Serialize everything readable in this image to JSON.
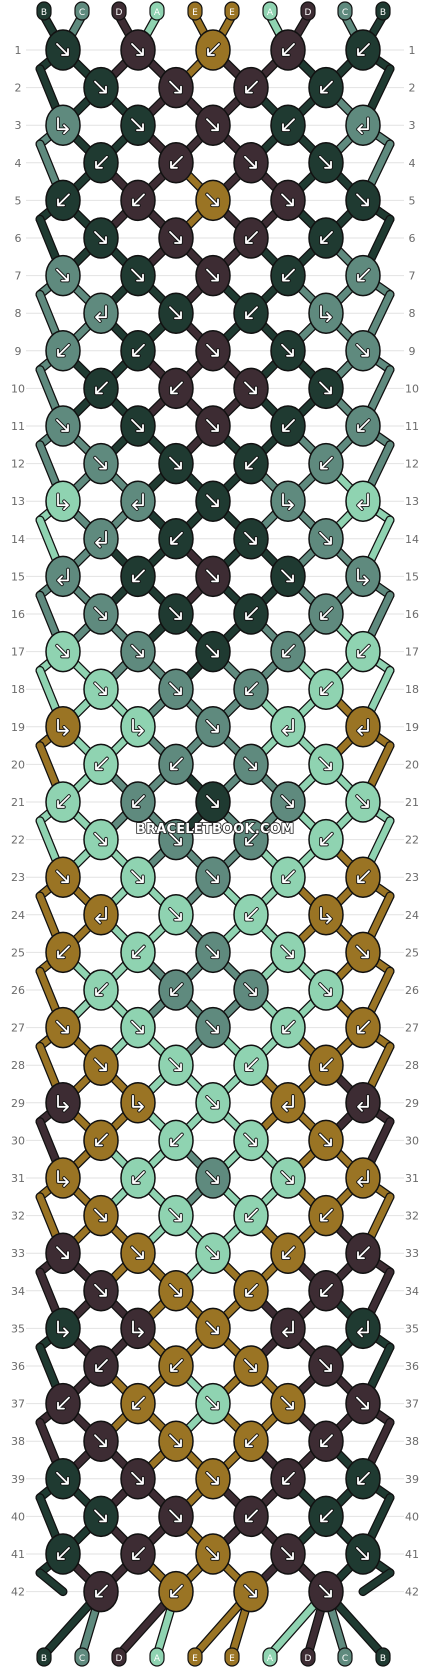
{
  "watermark": "BRACELETBOOK.COM",
  "colors": {
    "B": "#1f3a31",
    "C": "#5f8a7e",
    "D": "#3d2c33",
    "A": "#8fd3b1",
    "E": "#9a7424"
  },
  "strings": {
    "top": [
      "B",
      "C",
      "D",
      "A",
      "E",
      "E",
      "A",
      "D",
      "C",
      "B"
    ],
    "bottom": [
      "B",
      "C",
      "D",
      "A",
      "E",
      "E",
      "A",
      "D",
      "C",
      "B"
    ]
  },
  "row_count": 42,
  "row_labels": [
    "1",
    "2",
    "3",
    "4",
    "5",
    "6",
    "7",
    "8",
    "9",
    "10",
    "11",
    "12",
    "13",
    "14",
    "15",
    "16",
    "17",
    "18",
    "19",
    "20",
    "21",
    "22",
    "23",
    "24",
    "25",
    "26",
    "27",
    "28",
    "29",
    "30",
    "31",
    "32",
    "33",
    "34",
    "35",
    "36",
    "37",
    "38",
    "39",
    "40",
    "41",
    "42"
  ],
  "knots": [
    {
      "row": 1,
      "pos": 0,
      "color": "B",
      "dir": "se"
    },
    {
      "row": 1,
      "pos": 1,
      "color": "D",
      "dir": "se"
    },
    {
      "row": 1,
      "pos": 2,
      "color": "E",
      "dir": "sw"
    },
    {
      "row": 1,
      "pos": 3,
      "color": "D",
      "dir": "sw"
    },
    {
      "row": 1,
      "pos": 4,
      "color": "B",
      "dir": "sw"
    },
    {
      "row": 2,
      "pos": 0,
      "color": "B",
      "dir": "se"
    },
    {
      "row": 2,
      "pos": 1,
      "color": "D",
      "dir": "se"
    },
    {
      "row": 2,
      "pos": 2,
      "color": "D",
      "dir": "sw"
    },
    {
      "row": 2,
      "pos": 3,
      "color": "B",
      "dir": "sw"
    },
    {
      "row": 3,
      "pos": 0,
      "color": "C",
      "dir": "r"
    },
    {
      "row": 3,
      "pos": 1,
      "color": "B",
      "dir": "se"
    },
    {
      "row": 3,
      "pos": 2,
      "color": "D",
      "dir": "se"
    },
    {
      "row": 3,
      "pos": 3,
      "color": "B",
      "dir": "sw"
    },
    {
      "row": 3,
      "pos": 4,
      "color": "C",
      "dir": "l"
    },
    {
      "row": 4,
      "pos": 0,
      "color": "B",
      "dir": "sw"
    },
    {
      "row": 4,
      "pos": 1,
      "color": "D",
      "dir": "sw"
    },
    {
      "row": 4,
      "pos": 2,
      "color": "D",
      "dir": "se"
    },
    {
      "row": 4,
      "pos": 3,
      "color": "B",
      "dir": "se"
    },
    {
      "row": 5,
      "pos": 0,
      "color": "B",
      "dir": "sw"
    },
    {
      "row": 5,
      "pos": 1,
      "color": "D",
      "dir": "sw"
    },
    {
      "row": 5,
      "pos": 2,
      "color": "E",
      "dir": "se"
    },
    {
      "row": 5,
      "pos": 3,
      "color": "D",
      "dir": "se"
    },
    {
      "row": 5,
      "pos": 4,
      "color": "B",
      "dir": "se"
    },
    {
      "row": 6,
      "pos": 0,
      "color": "B",
      "dir": "se"
    },
    {
      "row": 6,
      "pos": 1,
      "color": "D",
      "dir": "se"
    },
    {
      "row": 6,
      "pos": 2,
      "color": "D",
      "dir": "sw"
    },
    {
      "row": 6,
      "pos": 3,
      "color": "B",
      "dir": "sw"
    },
    {
      "row": 7,
      "pos": 0,
      "color": "C",
      "dir": "se"
    },
    {
      "row": 7,
      "pos": 1,
      "color": "B",
      "dir": "se"
    },
    {
      "row": 7,
      "pos": 2,
      "color": "D",
      "dir": "se"
    },
    {
      "row": 7,
      "pos": 3,
      "color": "B",
      "dir": "sw"
    },
    {
      "row": 7,
      "pos": 4,
      "color": "C",
      "dir": "sw"
    },
    {
      "row": 8,
      "pos": 0,
      "color": "C",
      "dir": "l"
    },
    {
      "row": 8,
      "pos": 1,
      "color": "B",
      "dir": "se"
    },
    {
      "row": 8,
      "pos": 2,
      "color": "B",
      "dir": "sw"
    },
    {
      "row": 8,
      "pos": 3,
      "color": "C",
      "dir": "r"
    },
    {
      "row": 9,
      "pos": 0,
      "color": "C",
      "dir": "sw"
    },
    {
      "row": 9,
      "pos": 1,
      "color": "B",
      "dir": "sw"
    },
    {
      "row": 9,
      "pos": 2,
      "color": "D",
      "dir": "se"
    },
    {
      "row": 9,
      "pos": 3,
      "color": "B",
      "dir": "se"
    },
    {
      "row": 9,
      "pos": 4,
      "color": "C",
      "dir": "se"
    },
    {
      "row": 10,
      "pos": 0,
      "color": "B",
      "dir": "sw"
    },
    {
      "row": 10,
      "pos": 1,
      "color": "D",
      "dir": "sw"
    },
    {
      "row": 10,
      "pos": 2,
      "color": "D",
      "dir": "se"
    },
    {
      "row": 10,
      "pos": 3,
      "color": "B",
      "dir": "se"
    },
    {
      "row": 11,
      "pos": 0,
      "color": "C",
      "dir": "se"
    },
    {
      "row": 11,
      "pos": 1,
      "color": "B",
      "dir": "se"
    },
    {
      "row": 11,
      "pos": 2,
      "color": "D",
      "dir": "se"
    },
    {
      "row": 11,
      "pos": 3,
      "color": "B",
      "dir": "sw"
    },
    {
      "row": 11,
      "pos": 4,
      "color": "C",
      "dir": "sw"
    },
    {
      "row": 12,
      "pos": 0,
      "color": "C",
      "dir": "se"
    },
    {
      "row": 12,
      "pos": 1,
      "color": "B",
      "dir": "se"
    },
    {
      "row": 12,
      "pos": 2,
      "color": "B",
      "dir": "sw"
    },
    {
      "row": 12,
      "pos": 3,
      "color": "C",
      "dir": "sw"
    },
    {
      "row": 13,
      "pos": 0,
      "color": "A",
      "dir": "r"
    },
    {
      "row": 13,
      "pos": 1,
      "color": "C",
      "dir": "l"
    },
    {
      "row": 13,
      "pos": 2,
      "color": "B",
      "dir": "se"
    },
    {
      "row": 13,
      "pos": 3,
      "color": "C",
      "dir": "r"
    },
    {
      "row": 13,
      "pos": 4,
      "color": "A",
      "dir": "l"
    },
    {
      "row": 14,
      "pos": 0,
      "color": "C",
      "dir": "l"
    },
    {
      "row": 14,
      "pos": 1,
      "color": "B",
      "dir": "sw"
    },
    {
      "row": 14,
      "pos": 2,
      "color": "B",
      "dir": "se"
    },
    {
      "row": 14,
      "pos": 3,
      "color": "C",
      "dir": "se"
    },
    {
      "row": 15,
      "pos": 0,
      "color": "C",
      "dir": "l"
    },
    {
      "row": 15,
      "pos": 1,
      "color": "B",
      "dir": "sw"
    },
    {
      "row": 15,
      "pos": 2,
      "color": "D",
      "dir": "se"
    },
    {
      "row": 15,
      "pos": 3,
      "color": "B",
      "dir": "se"
    },
    {
      "row": 15,
      "pos": 4,
      "color": "C",
      "dir": "r"
    },
    {
      "row": 16,
      "pos": 0,
      "color": "C",
      "dir": "se"
    },
    {
      "row": 16,
      "pos": 1,
      "color": "B",
      "dir": "se"
    },
    {
      "row": 16,
      "pos": 2,
      "color": "B",
      "dir": "sw"
    },
    {
      "row": 16,
      "pos": 3,
      "color": "C",
      "dir": "sw"
    },
    {
      "row": 17,
      "pos": 0,
      "color": "A",
      "dir": "se"
    },
    {
      "row": 17,
      "pos": 1,
      "color": "C",
      "dir": "se"
    },
    {
      "row": 17,
      "pos": 2,
      "color": "B",
      "dir": "se"
    },
    {
      "row": 17,
      "pos": 3,
      "color": "C",
      "dir": "sw"
    },
    {
      "row": 17,
      "pos": 4,
      "color": "A",
      "dir": "sw"
    },
    {
      "row": 18,
      "pos": 0,
      "color": "A",
      "dir": "se"
    },
    {
      "row": 18,
      "pos": 1,
      "color": "C",
      "dir": "se"
    },
    {
      "row": 18,
      "pos": 2,
      "color": "C",
      "dir": "sw"
    },
    {
      "row": 18,
      "pos": 3,
      "color": "A",
      "dir": "sw"
    },
    {
      "row": 19,
      "pos": 0,
      "color": "E",
      "dir": "r"
    },
    {
      "row": 19,
      "pos": 1,
      "color": "A",
      "dir": "r"
    },
    {
      "row": 19,
      "pos": 2,
      "color": "C",
      "dir": "se"
    },
    {
      "row": 19,
      "pos": 3,
      "color": "A",
      "dir": "l"
    },
    {
      "row": 19,
      "pos": 4,
      "color": "E",
      "dir": "l"
    },
    {
      "row": 20,
      "pos": 0,
      "color": "A",
      "dir": "sw"
    },
    {
      "row": 20,
      "pos": 1,
      "color": "C",
      "dir": "sw"
    },
    {
      "row": 20,
      "pos": 2,
      "color": "C",
      "dir": "se"
    },
    {
      "row": 20,
      "pos": 3,
      "color": "A",
      "dir": "se"
    },
    {
      "row": 21,
      "pos": 0,
      "color": "A",
      "dir": "sw"
    },
    {
      "row": 21,
      "pos": 1,
      "color": "C",
      "dir": "sw"
    },
    {
      "row": 21,
      "pos": 2,
      "color": "B",
      "dir": "se"
    },
    {
      "row": 21,
      "pos": 3,
      "color": "C",
      "dir": "se"
    },
    {
      "row": 21,
      "pos": 4,
      "color": "A",
      "dir": "se"
    },
    {
      "row": 22,
      "pos": 0,
      "color": "A",
      "dir": "se"
    },
    {
      "row": 22,
      "pos": 1,
      "color": "C",
      "dir": "se"
    },
    {
      "row": 22,
      "pos": 2,
      "color": "C",
      "dir": "sw"
    },
    {
      "row": 22,
      "pos": 3,
      "color": "A",
      "dir": "sw"
    },
    {
      "row": 23,
      "pos": 0,
      "color": "E",
      "dir": "se"
    },
    {
      "row": 23,
      "pos": 1,
      "color": "A",
      "dir": "se"
    },
    {
      "row": 23,
      "pos": 2,
      "color": "C",
      "dir": "se"
    },
    {
      "row": 23,
      "pos": 3,
      "color": "A",
      "dir": "sw"
    },
    {
      "row": 23,
      "pos": 4,
      "color": "E",
      "dir": "sw"
    },
    {
      "row": 24,
      "pos": 0,
      "color": "E",
      "dir": "l"
    },
    {
      "row": 24,
      "pos": 1,
      "color": "A",
      "dir": "se"
    },
    {
      "row": 24,
      "pos": 2,
      "color": "A",
      "dir": "sw"
    },
    {
      "row": 24,
      "pos": 3,
      "color": "E",
      "dir": "r"
    },
    {
      "row": 25,
      "pos": 0,
      "color": "E",
      "dir": "sw"
    },
    {
      "row": 25,
      "pos": 1,
      "color": "A",
      "dir": "sw"
    },
    {
      "row": 25,
      "pos": 2,
      "color": "C",
      "dir": "se"
    },
    {
      "row": 25,
      "pos": 3,
      "color": "A",
      "dir": "se"
    },
    {
      "row": 25,
      "pos": 4,
      "color": "E",
      "dir": "se"
    },
    {
      "row": 26,
      "pos": 0,
      "color": "A",
      "dir": "sw"
    },
    {
      "row": 26,
      "pos": 1,
      "color": "C",
      "dir": "sw"
    },
    {
      "row": 26,
      "pos": 2,
      "color": "C",
      "dir": "se"
    },
    {
      "row": 26,
      "pos": 3,
      "color": "A",
      "dir": "se"
    },
    {
      "row": 27,
      "pos": 0,
      "color": "E",
      "dir": "se"
    },
    {
      "row": 27,
      "pos": 1,
      "color": "A",
      "dir": "se"
    },
    {
      "row": 27,
      "pos": 2,
      "color": "C",
      "dir": "se"
    },
    {
      "row": 27,
      "pos": 3,
      "color": "A",
      "dir": "sw"
    },
    {
      "row": 27,
      "pos": 4,
      "color": "E",
      "dir": "sw"
    },
    {
      "row": 28,
      "pos": 0,
      "color": "E",
      "dir": "se"
    },
    {
      "row": 28,
      "pos": 1,
      "color": "A",
      "dir": "se"
    },
    {
      "row": 28,
      "pos": 2,
      "color": "A",
      "dir": "sw"
    },
    {
      "row": 28,
      "pos": 3,
      "color": "E",
      "dir": "sw"
    },
    {
      "row": 29,
      "pos": 0,
      "color": "D",
      "dir": "r"
    },
    {
      "row": 29,
      "pos": 1,
      "color": "E",
      "dir": "r"
    },
    {
      "row": 29,
      "pos": 2,
      "color": "A",
      "dir": "se"
    },
    {
      "row": 29,
      "pos": 3,
      "color": "E",
      "dir": "l"
    },
    {
      "row": 29,
      "pos": 4,
      "color": "D",
      "dir": "l"
    },
    {
      "row": 30,
      "pos": 0,
      "color": "E",
      "dir": "sw"
    },
    {
      "row": 30,
      "pos": 1,
      "color": "A",
      "dir": "sw"
    },
    {
      "row": 30,
      "pos": 2,
      "color": "A",
      "dir": "se"
    },
    {
      "row": 30,
      "pos": 3,
      "color": "E",
      "dir": "se"
    },
    {
      "row": 31,
      "pos": 0,
      "color": "E",
      "dir": "r"
    },
    {
      "row": 31,
      "pos": 1,
      "color": "A",
      "dir": "sw"
    },
    {
      "row": 31,
      "pos": 2,
      "color": "C",
      "dir": "se"
    },
    {
      "row": 31,
      "pos": 3,
      "color": "A",
      "dir": "se"
    },
    {
      "row": 31,
      "pos": 4,
      "color": "E",
      "dir": "l"
    },
    {
      "row": 32,
      "pos": 0,
      "color": "E",
      "dir": "se"
    },
    {
      "row": 32,
      "pos": 1,
      "color": "A",
      "dir": "se"
    },
    {
      "row": 32,
      "pos": 2,
      "color": "A",
      "dir": "sw"
    },
    {
      "row": 32,
      "pos": 3,
      "color": "E",
      "dir": "sw"
    },
    {
      "row": 33,
      "pos": 0,
      "color": "D",
      "dir": "se"
    },
    {
      "row": 33,
      "pos": 1,
      "color": "E",
      "dir": "se"
    },
    {
      "row": 33,
      "pos": 2,
      "color": "A",
      "dir": "se"
    },
    {
      "row": 33,
      "pos": 3,
      "color": "E",
      "dir": "sw"
    },
    {
      "row": 33,
      "pos": 4,
      "color": "D",
      "dir": "sw"
    },
    {
      "row": 34,
      "pos": 0,
      "color": "D",
      "dir": "se"
    },
    {
      "row": 34,
      "pos": 1,
      "color": "E",
      "dir": "se"
    },
    {
      "row": 34,
      "pos": 2,
      "color": "E",
      "dir": "sw"
    },
    {
      "row": 34,
      "pos": 3,
      "color": "D",
      "dir": "sw"
    },
    {
      "row": 35,
      "pos": 0,
      "color": "B",
      "dir": "r"
    },
    {
      "row": 35,
      "pos": 1,
      "color": "D",
      "dir": "r"
    },
    {
      "row": 35,
      "pos": 2,
      "color": "E",
      "dir": "se"
    },
    {
      "row": 35,
      "pos": 3,
      "color": "D",
      "dir": "l"
    },
    {
      "row": 35,
      "pos": 4,
      "color": "B",
      "dir": "l"
    },
    {
      "row": 36,
      "pos": 0,
      "color": "D",
      "dir": "sw"
    },
    {
      "row": 36,
      "pos": 1,
      "color": "E",
      "dir": "sw"
    },
    {
      "row": 36,
      "pos": 2,
      "color": "E",
      "dir": "se"
    },
    {
      "row": 36,
      "pos": 3,
      "color": "D",
      "dir": "se"
    },
    {
      "row": 37,
      "pos": 0,
      "color": "D",
      "dir": "sw"
    },
    {
      "row": 37,
      "pos": 1,
      "color": "E",
      "dir": "sw"
    },
    {
      "row": 37,
      "pos": 2,
      "color": "A",
      "dir": "se"
    },
    {
      "row": 37,
      "pos": 3,
      "color": "E",
      "dir": "se"
    },
    {
      "row": 37,
      "pos": 4,
      "color": "D",
      "dir": "se"
    },
    {
      "row": 38,
      "pos": 0,
      "color": "D",
      "dir": "se"
    },
    {
      "row": 38,
      "pos": 1,
      "color": "E",
      "dir": "se"
    },
    {
      "row": 38,
      "pos": 2,
      "color": "E",
      "dir": "sw"
    },
    {
      "row": 38,
      "pos": 3,
      "color": "D",
      "dir": "sw"
    },
    {
      "row": 39,
      "pos": 0,
      "color": "B",
      "dir": "se"
    },
    {
      "row": 39,
      "pos": 1,
      "color": "D",
      "dir": "se"
    },
    {
      "row": 39,
      "pos": 2,
      "color": "E",
      "dir": "se"
    },
    {
      "row": 39,
      "pos": 3,
      "color": "D",
      "dir": "sw"
    },
    {
      "row": 39,
      "pos": 4,
      "color": "B",
      "dir": "sw"
    },
    {
      "row": 40,
      "pos": 0,
      "color": "B",
      "dir": "se"
    },
    {
      "row": 40,
      "pos": 1,
      "color": "D",
      "dir": "se"
    },
    {
      "row": 40,
      "pos": 2,
      "color": "D",
      "dir": "sw"
    },
    {
      "row": 40,
      "pos": 3,
      "color": "B",
      "dir": "sw"
    },
    {
      "row": 41,
      "pos": 0,
      "color": "B",
      "dir": "sw"
    },
    {
      "row": 41,
      "pos": 1,
      "color": "D",
      "dir": "sw"
    },
    {
      "row": 41,
      "pos": 2,
      "color": "E",
      "dir": "se"
    },
    {
      "row": 41,
      "pos": 3,
      "color": "D",
      "dir": "se"
    },
    {
      "row": 41,
      "pos": 4,
      "color": "B",
      "dir": "se"
    },
    {
      "row": 42,
      "pos": 0,
      "color": "D",
      "dir": "sw"
    },
    {
      "row": 42,
      "pos": 1,
      "color": "E",
      "dir": "sw"
    },
    {
      "row": 42,
      "pos": 2,
      "color": "E",
      "dir": "se"
    },
    {
      "row": 42,
      "pos": 3,
      "color": "D",
      "dir": "se"
    }
  ]
}
